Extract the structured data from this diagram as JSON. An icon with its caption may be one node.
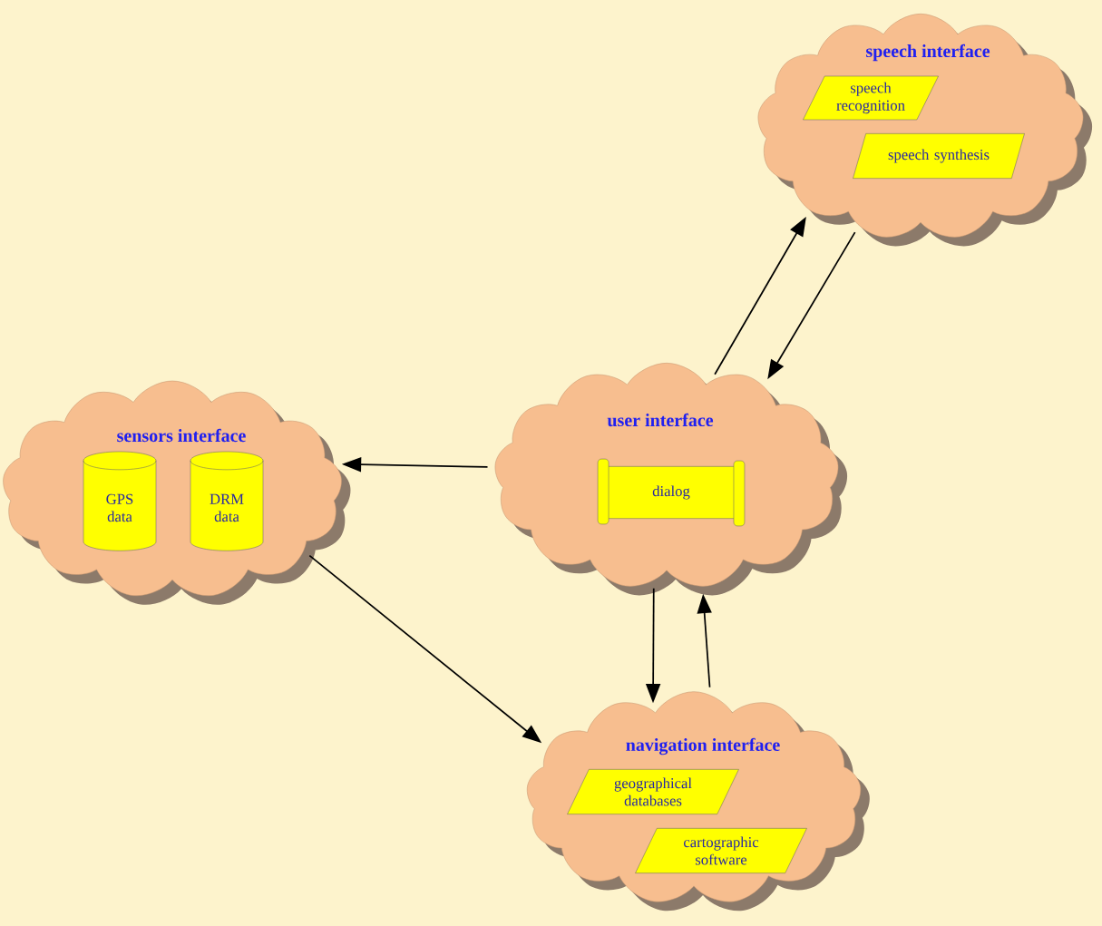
{
  "diagram": {
    "nodes": [
      {
        "text": [
          "speech interface"
        ]
      },
      {
        "text": [
          "speech recognition"
        ],
        "in": 0
      },
      {
        "text": [
          "speech synthesis"
        ],
        "in": 0
      },
      {
        "text": [
          "user interface"
        ]
      },
      {
        "text": [
          "dialog"
        ],
        "in": 3
      },
      {
        "text": [
          "sensors interface"
        ]
      },
      {
        "text": [
          "GPS data"
        ],
        "in": 5
      },
      {
        "text": [
          "DRM data"
        ],
        "in": 5
      },
      {
        "text": [
          "navigation interface"
        ]
      },
      {
        "text": [
          "geographical databases"
        ],
        "in": 8
      },
      {
        "text": [
          "cartographic software"
        ],
        "in": 8
      }
    ],
    "edges": [
      {
        "from": 3,
        "to": 0,
        "arrow": "to"
      },
      {
        "from": 0,
        "to": 3,
        "arrow": "to"
      },
      {
        "from": 3,
        "to": 5,
        "arrow": "to"
      },
      {
        "from": 5,
        "to": 8,
        "arrow": "to"
      },
      {
        "from": 3,
        "to": 8,
        "arrow": "to"
      },
      {
        "from": 8,
        "to": 3,
        "arrow": "to"
      }
    ]
  }
}
